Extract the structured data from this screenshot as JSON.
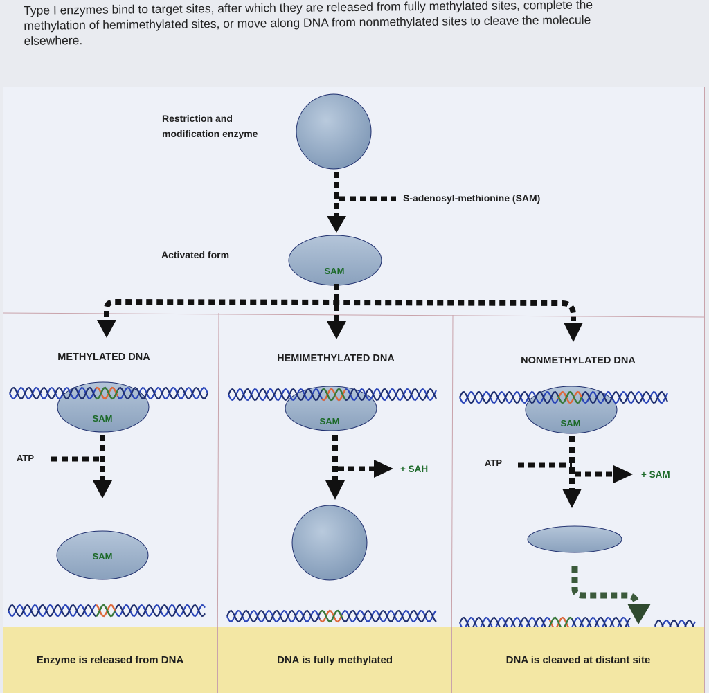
{
  "caption": "Type I enzymes bind to target sites, after which they are released from fully methylated sites, complete the methylation of hemimethylated sites, or move along DNA from nonmethylated sites to cleave the molecule elsewhere.",
  "top": {
    "enzyme_label_line1": "Restriction and",
    "enzyme_label_line2": "modification enzyme",
    "sam_input": "S-adenosyl-methionine (SAM)",
    "activated_label": "Activated form",
    "activated_tag": "SAM"
  },
  "columns": [
    {
      "heading": "METHYLATED DNA",
      "complex_tag": "SAM",
      "input": "ATP",
      "product_tag": "SAM",
      "result": "Enzyme is released from DNA"
    },
    {
      "heading": "HEMIMETHYLATED DNA",
      "complex_tag": "SAM",
      "output": "+ SAH",
      "result": "DNA is fully methylated"
    },
    {
      "heading": "NONMETHYLATED DNA",
      "complex_tag": "SAM",
      "input": "ATP",
      "output": "+ SAM",
      "result": "DNA is cleaved at distant site"
    }
  ],
  "colors": {
    "enzyme_fill": "#9db3cb",
    "dna_blue": "#2b46b8",
    "dna_dark": "#1f2f6e",
    "methyl_orange": "#e06a3a",
    "methyl_green": "#3a7a3a",
    "sam_text": "#1d6a2a",
    "footer": "#f3e7a4",
    "border": "#c9a3ab"
  }
}
